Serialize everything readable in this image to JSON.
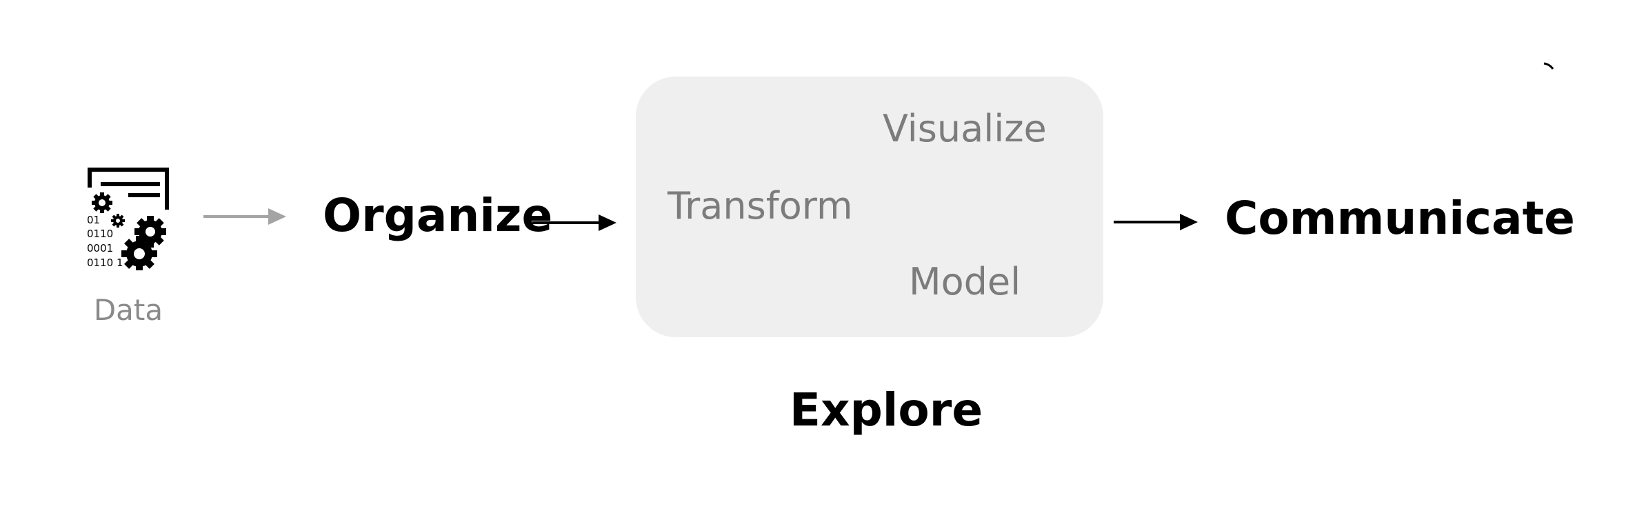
{
  "diagram": {
    "data_label": "Data",
    "data_icon": "data-gears-icon",
    "data_icon_digits": [
      "01",
      "0110",
      "0001",
      "0110 1"
    ],
    "organize": "Organize",
    "explore": {
      "title": "Explore",
      "items": [
        "Visualize",
        "Transform",
        "Model"
      ]
    },
    "communicate": "Communicate"
  },
  "colors": {
    "bold_text": "#000000",
    "muted_text": "#7c7c7c",
    "data_label": "#8a8a8a",
    "explore_box_bg": "#efefef",
    "gray_arrow": "#a4a4a4",
    "black_arrow": "#000000"
  }
}
